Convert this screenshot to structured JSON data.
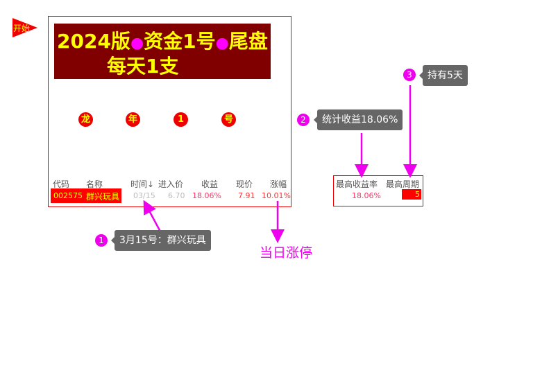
{
  "start_label": "开始",
  "banner": {
    "line1_a": "2024版",
    "line1_b": "资金1号",
    "line1_c": "尾盘",
    "line2": "每天1支",
    "dot": "●"
  },
  "coins": [
    "龙",
    "年",
    "1",
    "号"
  ],
  "table": {
    "headers": [
      "代码",
      "名称",
      "时间↓",
      "进入价",
      "收益",
      "现价",
      "涨幅"
    ],
    "row": {
      "code": "002575",
      "name": "群兴玩具",
      "time": "03/15",
      "entry": "6.70",
      "gain": "18.06%",
      "price": "7.91",
      "change": "10.01%"
    }
  },
  "stats": {
    "headers": [
      "最高收益率",
      "最高周期"
    ],
    "max_gain": "18.06%",
    "max_period": "5"
  },
  "callouts": [
    {
      "num": "1",
      "text": "3月15号：群兴玩具"
    },
    {
      "num": "2",
      "text": "统计收益18.06%"
    },
    {
      "num": "3",
      "text": "持有5天"
    }
  ],
  "note": "当日涨停"
}
